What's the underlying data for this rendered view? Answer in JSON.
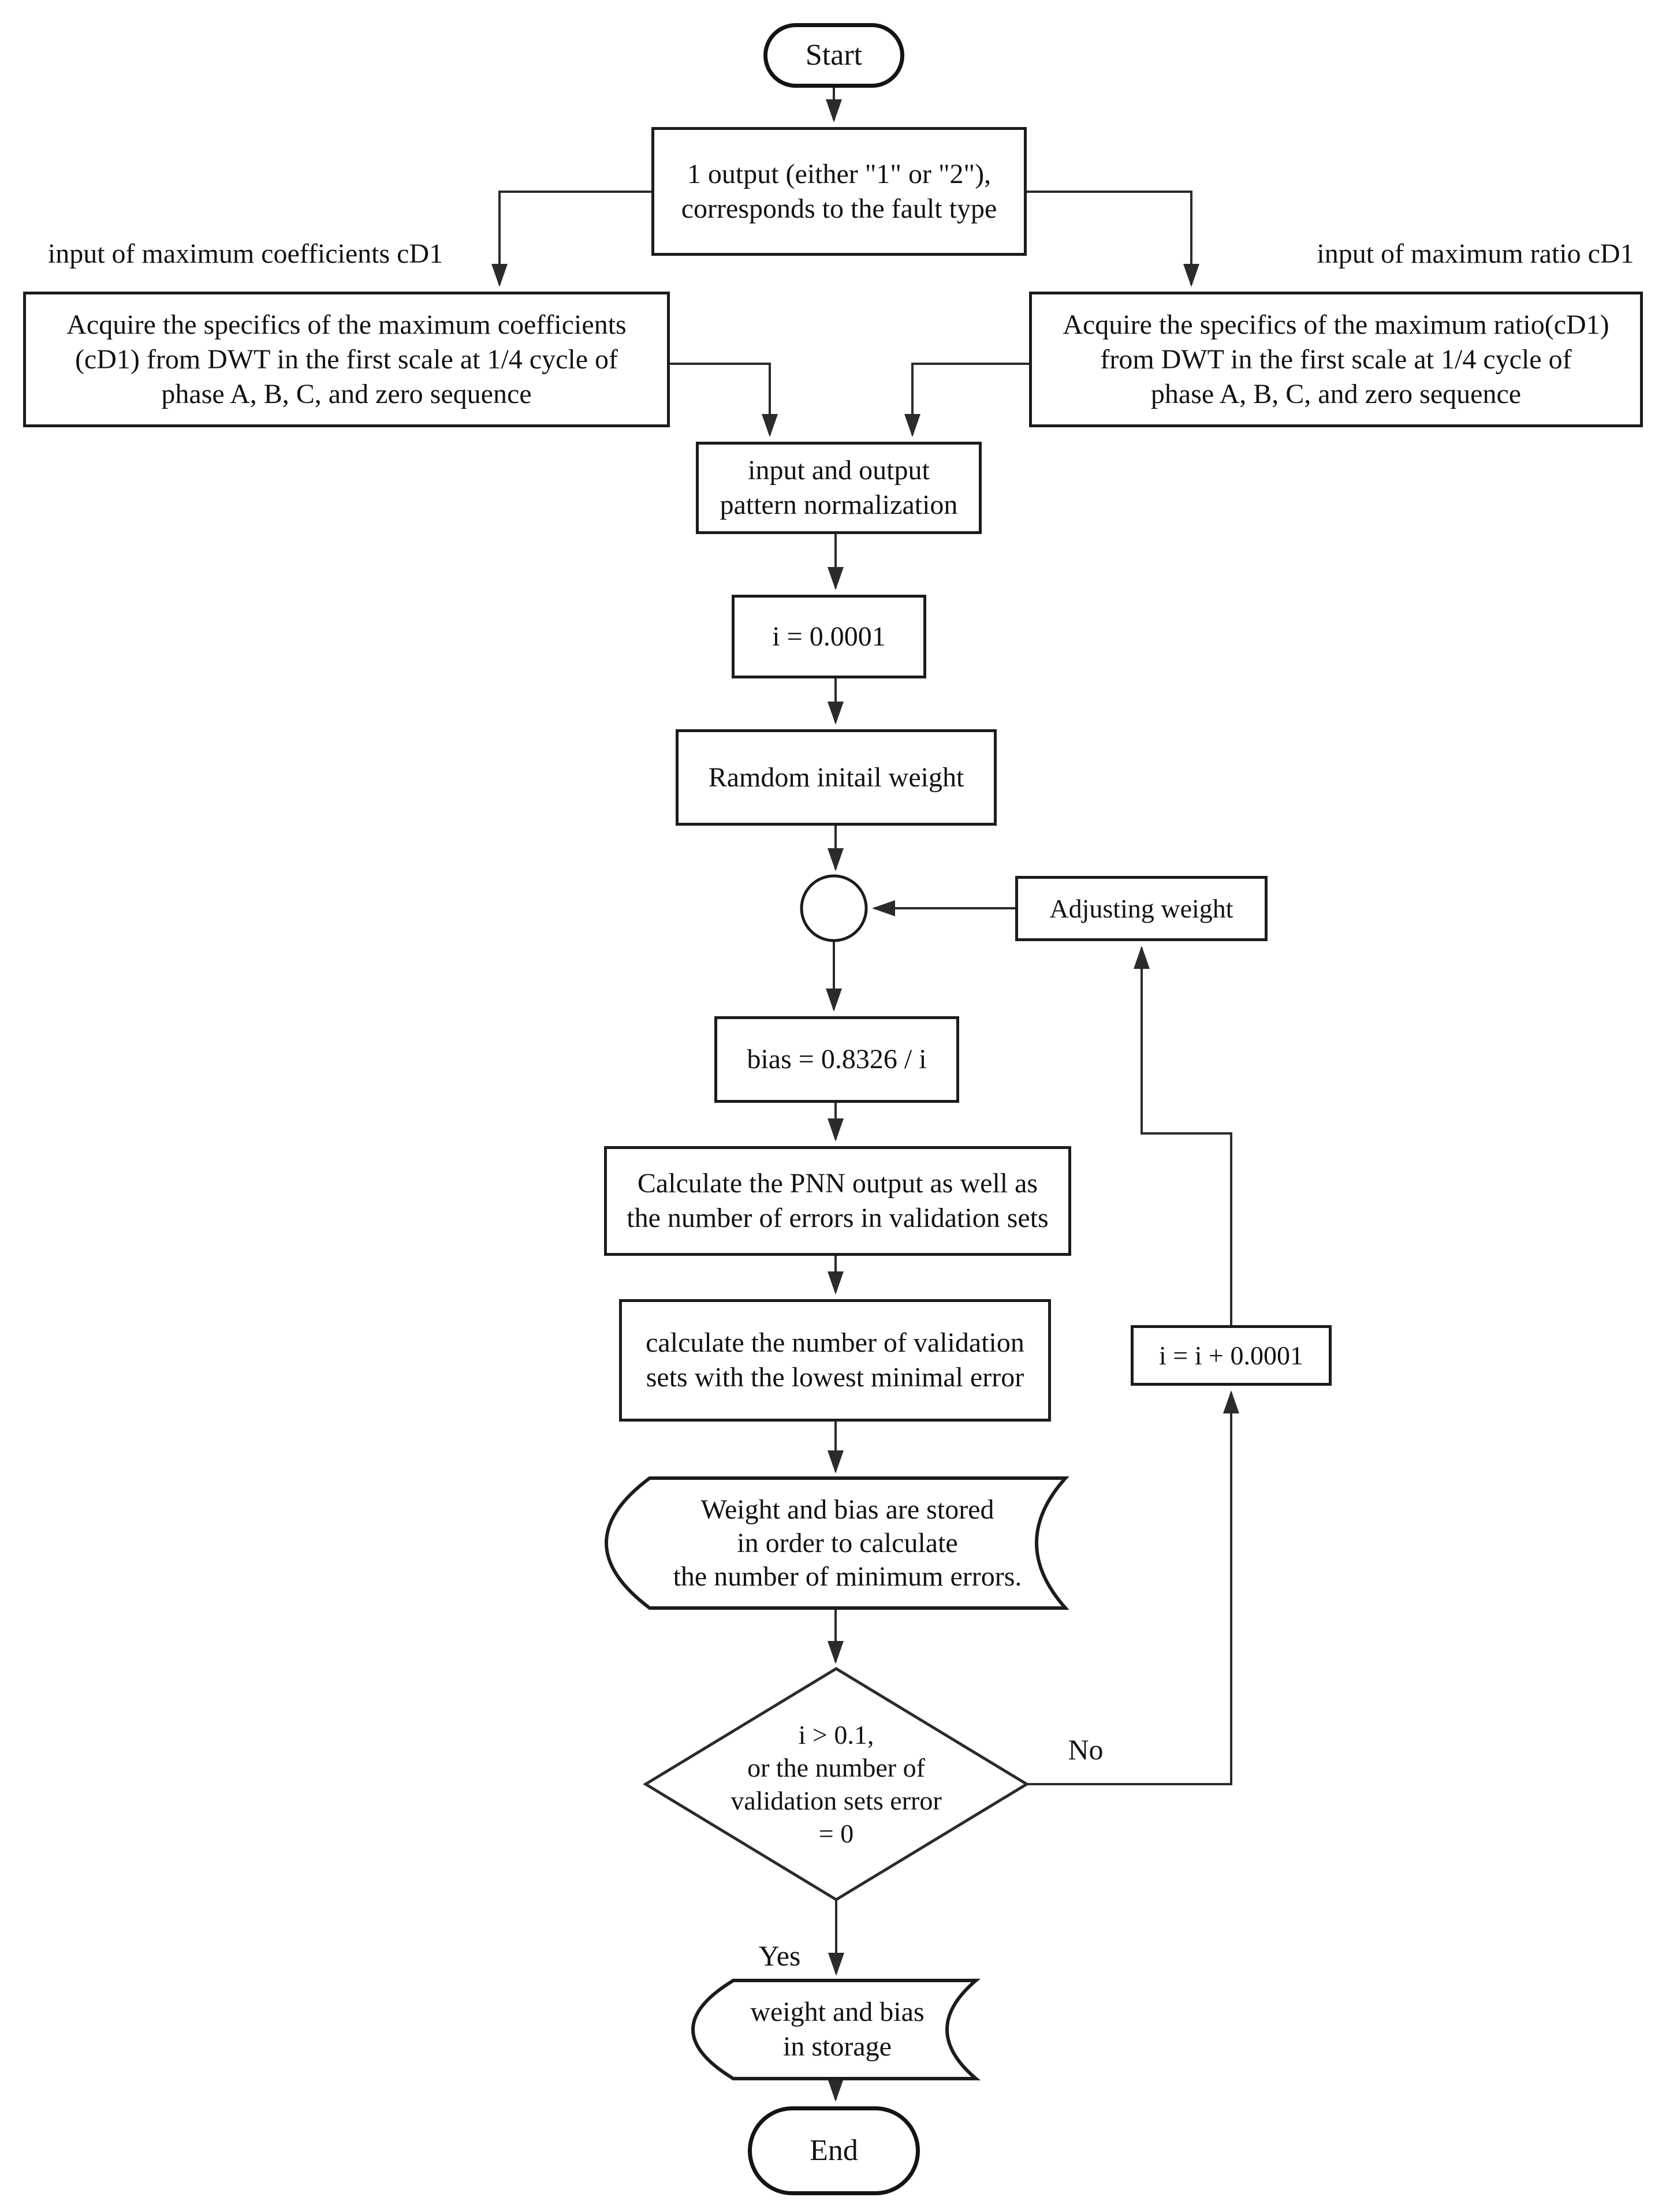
{
  "flowchart": {
    "nodes": {
      "start": {
        "label": "Start"
      },
      "output": {
        "line1": "1 output (either \"1\" or \"2\"),",
        "line2": "corresponds to the fault type"
      },
      "acquire_coeff": {
        "line1": "Acquire the specifics of the maximum coefficients",
        "line2": "(cD1) from DWT in the first scale at 1/4 cycle of",
        "line3": "phase A, B, C, and zero sequence"
      },
      "acquire_ratio": {
        "line1": "Acquire the specifics of the maximum ratio(cD1)",
        "line2": "from DWT in the first scale at 1/4 cycle of",
        "line3": "phase A, B, C, and zero sequence"
      },
      "normalization": {
        "line1": "input and output",
        "line2": "pattern normalization"
      },
      "init": {
        "label": "i = 0.0001"
      },
      "random_weight": {
        "label": "Ramdom initail weight"
      },
      "adjusting": {
        "label": "Adjusting weight"
      },
      "bias": {
        "label": "bias = 0.8326 / i"
      },
      "pnn": {
        "line1": "Calculate the PNN output as well as",
        "line2": "the number of errors in validation sets"
      },
      "calc_validation": {
        "line1": "calculate the number of validation",
        "line2": "sets with the lowest minimal error"
      },
      "stored1": {
        "line1": "Weight and bias are stored",
        "line2": "in order to calculate",
        "line3": "the number of minimum errors."
      },
      "decision": {
        "line1": "i > 0.1,",
        "line2": "or the number of",
        "line3": "validation sets error",
        "line4": "= 0"
      },
      "increment": {
        "label": "i = i + 0.0001"
      },
      "stored2": {
        "line1": "weight and bias",
        "line2": "in storage"
      },
      "end": {
        "label": "End"
      }
    },
    "labels": {
      "left_input": "input of maximum coefficients cD1",
      "right_input": "input of maximum ratio cD1",
      "no": "No",
      "yes": "Yes"
    },
    "colors": {
      "line": "#2b2b2b",
      "border": "#1c1c1c",
      "background": "#ffffff"
    }
  }
}
